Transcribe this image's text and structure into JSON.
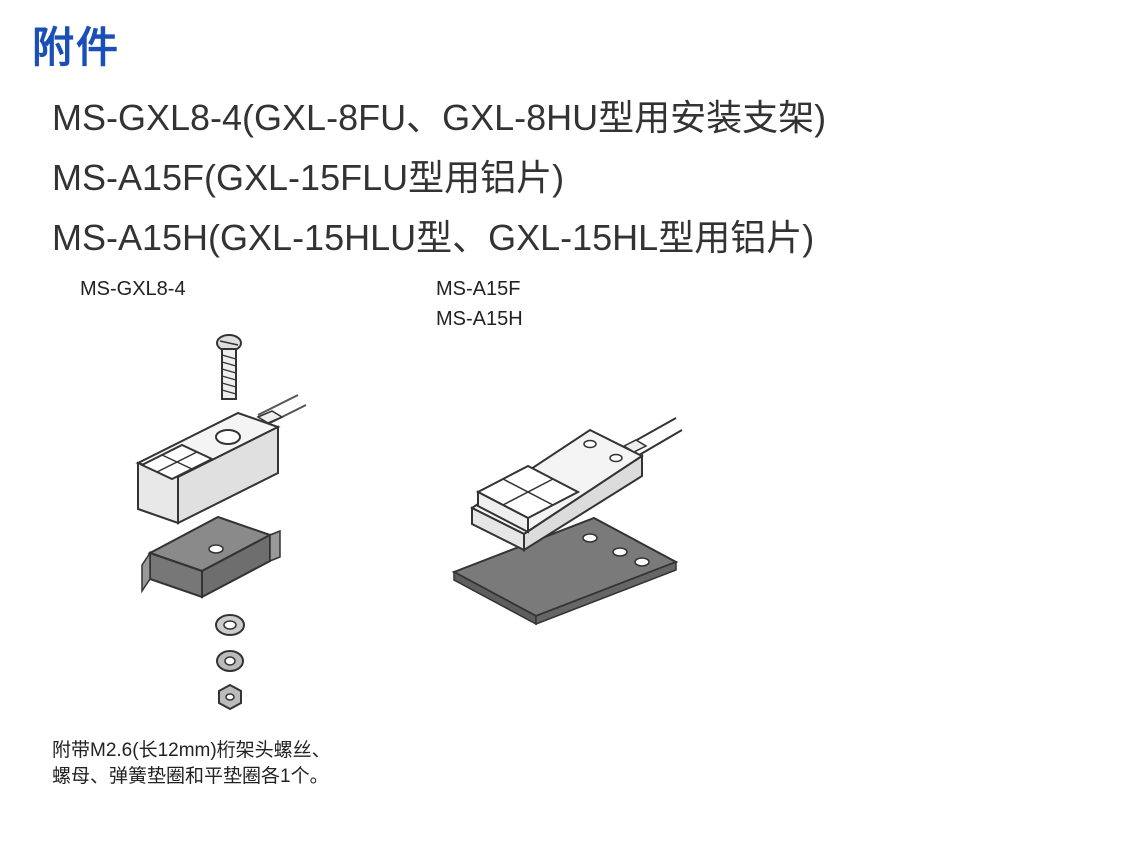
{
  "heading": "附件",
  "models": [
    "MS-GXL8-4(GXL-8FU、GXL-8HU型用安装支架)",
    "MS-A15F(GXL-15FLU型用铝片)",
    "MS-A15H(GXL-15HLU型、GXL-15HL型用铝片)"
  ],
  "figure_left": {
    "label": "MS-GXL8-4",
    "note_lines": [
      "附带M2.6(长12mm)桁架头螺丝、",
      "螺母、弹簧垫圈和平垫圈各1个。"
    ]
  },
  "figure_right": {
    "labels": [
      "MS-A15F",
      "MS-A15H"
    ]
  }
}
